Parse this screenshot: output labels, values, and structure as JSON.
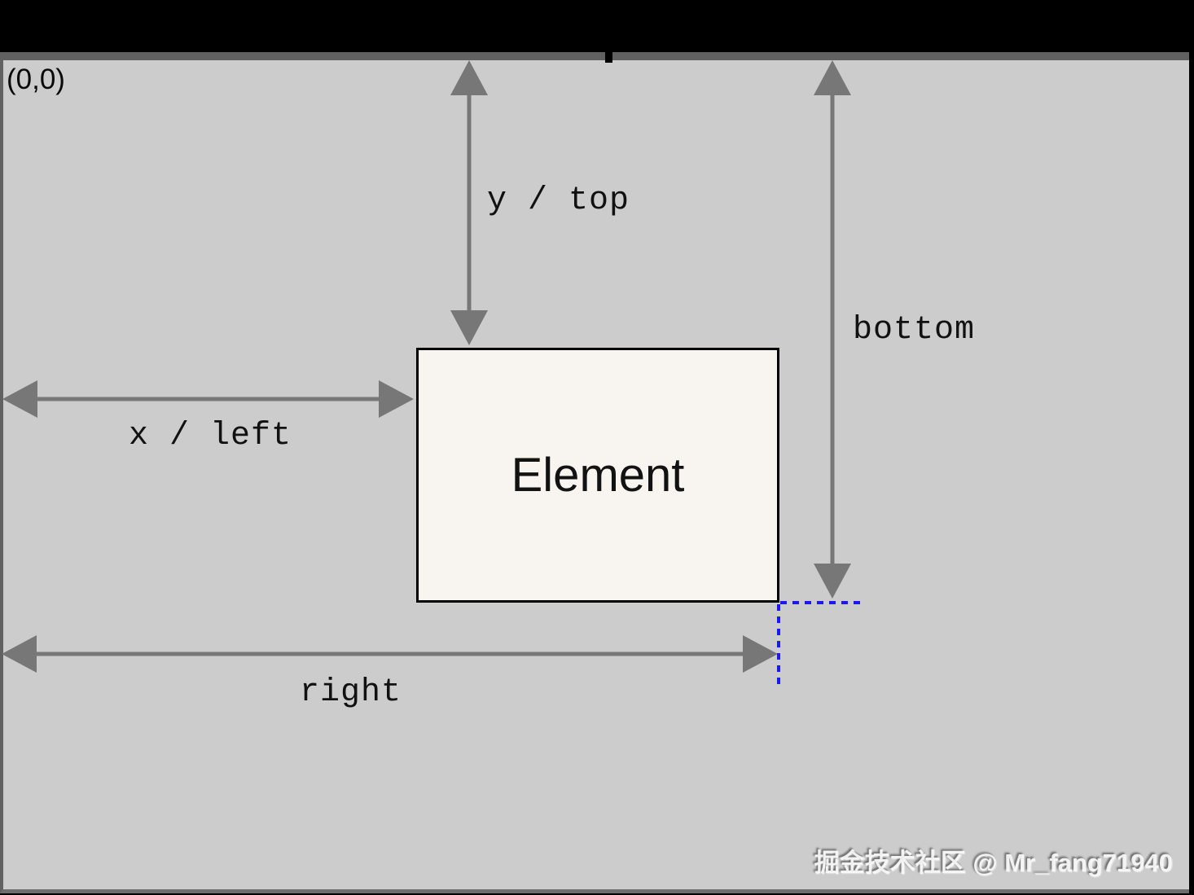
{
  "diagram": {
    "origin_label": "(0,0)",
    "element_label": "Element",
    "axis_labels": {
      "top": "y / top",
      "left": "x / left",
      "bottom": "bottom",
      "right": "right"
    },
    "watermark": "掘金技术社区 @ Mr_fang71940",
    "colors": {
      "page_bg": "#000000",
      "canvas_bg": "#cccccc",
      "frame_band": "#616161",
      "arrow": "#777777",
      "element_fill": "#f8f5f0",
      "element_border": "#000000",
      "guide_blue": "#1a1aee",
      "label_text": "#111111"
    }
  }
}
